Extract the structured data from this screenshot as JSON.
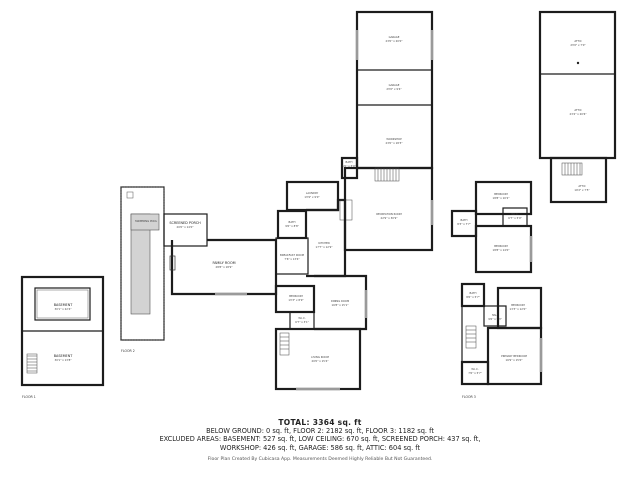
{
  "floors": {
    "floor1": {
      "label": "FLOOR 1",
      "rooms": {
        "basement": "BASEMENT",
        "basement_dim": "30'1\" x 22'4\"",
        "basement2": "BASEMENT",
        "basement2_dim": "30'1\" x 13'8\""
      }
    },
    "floor2": {
      "label": "FLOOR 2",
      "rooms": {
        "swimming_pool": "SWIMMING POOL",
        "screened_porch": "SCREENED PORCH",
        "screened_porch_dim": "20'0\" x 14'0\"",
        "family_room": "FAMILY ROOM",
        "family_room_dim": "28'8\" x 18'9\"",
        "breakfast": "BREAKFAST ROOM",
        "breakfast_dim": "7'6\" x 13'4\"",
        "bath": "BATH",
        "bath_dim": "9'6\" x 8'8\"",
        "laundry": "LAUNDRY",
        "laundry_dim": "13'9\" x 9'0\"",
        "kitchen": "KITCHEN",
        "kitchen_dim": "17'7\" x 12'9\"",
        "garage1": "GARAGE",
        "garage1_dim": "23'0\" x 20'0\"",
        "garage2": "GARAGE",
        "garage2_dim": "23'0\" x 9'4\"",
        "workshop": "WORKSHOP",
        "workshop_dim": "23'0\" x 18'3\"",
        "bath2": "BATH",
        "bath2_dim": "5'0\" x 5'0\"",
        "recreation": "RECREATION ROOM",
        "recreation_dim": "22'9\" x 30'9\"",
        "bedroom": "BEDROOM",
        "bedroom_dim": "13'3\" x 8'9\"",
        "wic": "W.I.C.",
        "wic_dim": "6'7\" x 3'1\"",
        "dining": "DINING ROOM",
        "dining_dim": "16'8\" x 15'1\"",
        "living": "LIVING ROOM",
        "living_dim": "20'0\" x 15'4\""
      }
    },
    "floor3": {
      "label": "FLOOR 3",
      "rooms": {
        "bedroom1": "BEDROOM",
        "bedroom1_dim": "18'8\" x 10'2\"",
        "bath1": "BATH",
        "bath1_dim": "8'3\" x 7'7\"",
        "wic1": "W.I.C.",
        "wic1_dim": "6'7\" x 5'9\"",
        "bedroom2": "BEDROOM",
        "bedroom2_dim": "18'8\" x 14'0\"",
        "bath2": "BATH",
        "bath2_dim": "8'6\" x 5'7\"",
        "hall": "HALL",
        "hall_dim": "9'6\" x 5'3\"",
        "bedroom3": "BEDROOM",
        "bedroom3_dim": "13'3\" x 12'0\"",
        "primary": "PRIMARY BEDROOM",
        "primary_dim": "16'9\" x 15'0\"",
        "wic2": "W.I.C.",
        "wic2_dim": "7'6\" x 5'7\""
      }
    },
    "attic": {
      "rooms": {
        "attic1": "ATTIC",
        "attic1_dim": "23'0\" x 7'0\"",
        "attic2": "ATTIC",
        "attic2_dim": "23'4\" x 20'6\"",
        "attic3": "ATTIC",
        "attic3_dim": "19'2\" x 7'5\""
      }
    }
  },
  "summary": {
    "total": "TOTAL: 3364 sq. ft",
    "line1": "BELOW GROUND: 0 sq. ft, FLOOR 2: 2182 sq. ft, FLOOR 3: 1182 sq. ft",
    "line2": "EXCLUDED AREAS: BASEMENT: 527 sq. ft, LOW CEILING: 670 sq. ft, SCREENED PORCH: 437 sq. ft,",
    "line3": "WORKSHOP: 426 sq. ft, GARAGE: 586 sq. ft, ATTIC: 604 sq. ft",
    "credit": "Floor Plan Created By Cubicasa App. Measurements Deemed Highly Reliable But Not Guaranteed."
  },
  "colors": {
    "wall": "#1c1c1c",
    "window": "#9a9a9a",
    "pool": "#d3d3d3"
  }
}
